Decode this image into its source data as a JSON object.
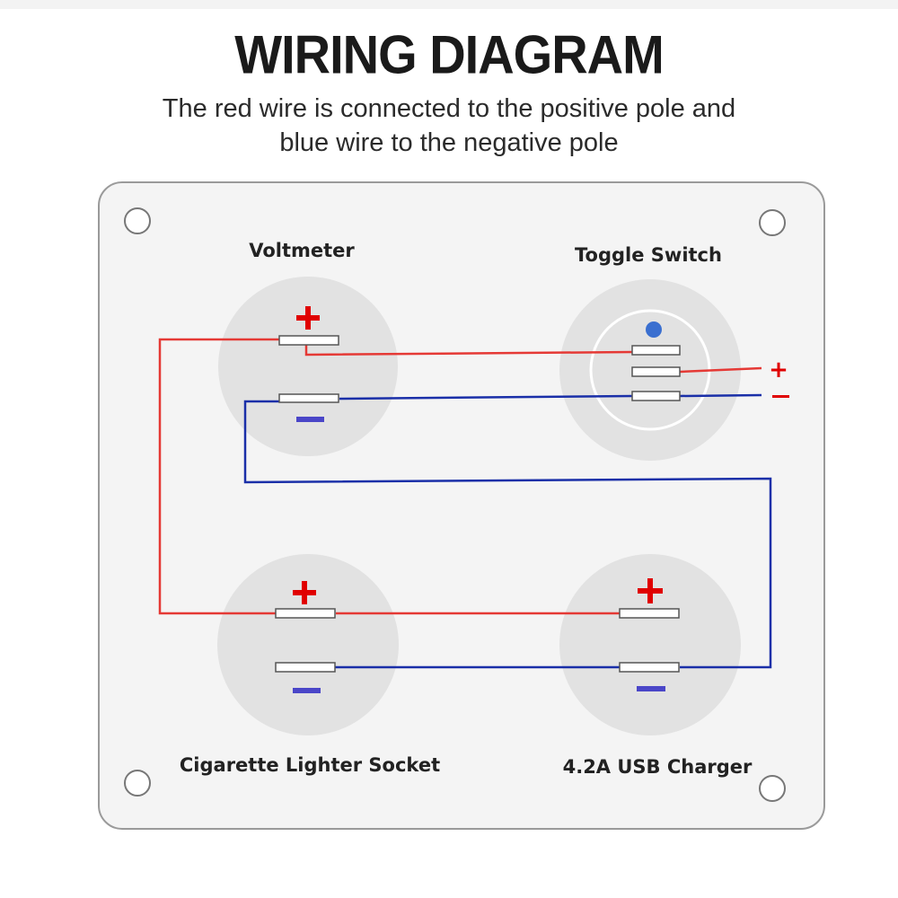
{
  "header": {
    "title": "WIRING DIAGRAM",
    "subtitle_line1": "The red wire is connected to the positive pole and",
    "subtitle_line2": "blue wire to the negative pole"
  },
  "components": {
    "voltmeter": "Voltmeter",
    "toggle_switch": "Toggle Switch",
    "cigarette_lighter": "Cigarette Lighter Socket",
    "usb_charger": "4.2A USB Charger"
  },
  "terminals": {
    "positive_symbol": "+",
    "negative_symbol": "−"
  },
  "colors": {
    "red_wire": "#e53935",
    "blue_wire": "#1a2fa8",
    "plus_mark": "#e00000",
    "minus_mark": "#4a46c8",
    "indicator_dot": "#3a6fd0",
    "panel_fill": "#f4f4f4",
    "circle_fill": "#e2e2e2"
  }
}
